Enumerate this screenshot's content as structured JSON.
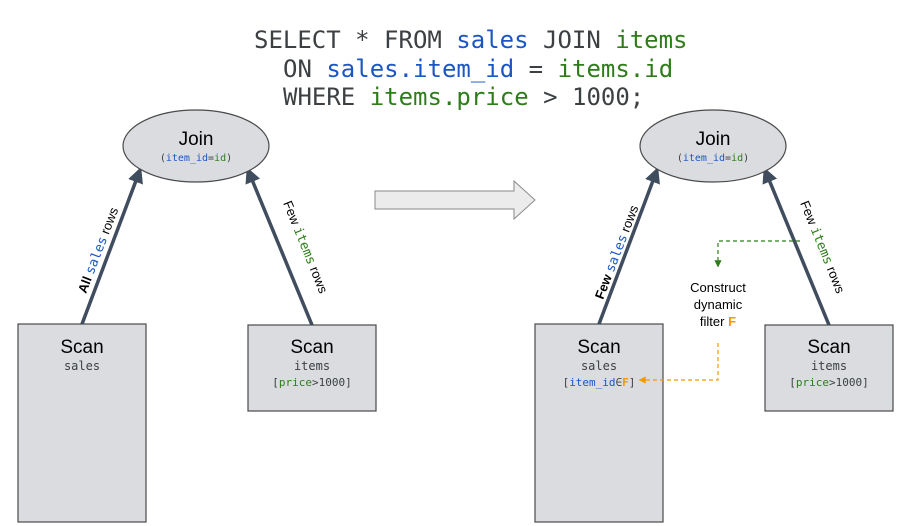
{
  "query": {
    "line1": {
      "kw1": "SELECT * FROM ",
      "t1": "sales",
      "kw2": " JOIN ",
      "t2": "items"
    },
    "line2": {
      "kw1": "ON ",
      "t1": "sales.item_id",
      "kw2": " = ",
      "t2": "items.id"
    },
    "line3": {
      "kw1": "WHERE ",
      "t1": "items.price",
      "kw2": " > 1000;"
    }
  },
  "left_plan": {
    "join": {
      "title": "Join",
      "cond_open": "(",
      "cond_a": "item_id",
      "cond_eq": "=",
      "cond_b": "id",
      "cond_close": ")"
    },
    "edge_left": {
      "quant": "All",
      "table": "sales",
      "rows": "rows"
    },
    "edge_right": {
      "quant": "Few",
      "table": "items",
      "rows": "rows"
    },
    "scan_sales": {
      "title": "Scan",
      "table": "sales"
    },
    "scan_items": {
      "title": "Scan",
      "table": "items",
      "filter_open": "[",
      "filter_col": "price",
      "filter_rest": ">1000]"
    }
  },
  "right_plan": {
    "join": {
      "title": "Join",
      "cond_open": "(",
      "cond_a": "item_id",
      "cond_eq": "=",
      "cond_b": "id",
      "cond_close": ")"
    },
    "edge_left": {
      "quant": "Few",
      "table": "sales",
      "rows": "rows"
    },
    "edge_right": {
      "quant": "Few",
      "table": "items",
      "rows": "rows"
    },
    "scan_sales": {
      "title": "Scan",
      "table": "sales",
      "filter_open": "[",
      "filter_col": "item_id",
      "filter_op": "∈",
      "filter_val": "F",
      "filter_close": "]"
    },
    "scan_items": {
      "title": "Scan",
      "table": "items",
      "filter_open": "[",
      "filter_col": "price",
      "filter_rest": ">1000]"
    },
    "dynamic_filter": {
      "line1": "Construct",
      "line2": "dynamic",
      "line3": "filter",
      "symbol": "F"
    }
  },
  "colors": {
    "table": "#1a56c4",
    "items": "#2e7d1a",
    "filter": "#f29900",
    "node_fill": "#dadce0",
    "edge": "#3f4d5f"
  }
}
